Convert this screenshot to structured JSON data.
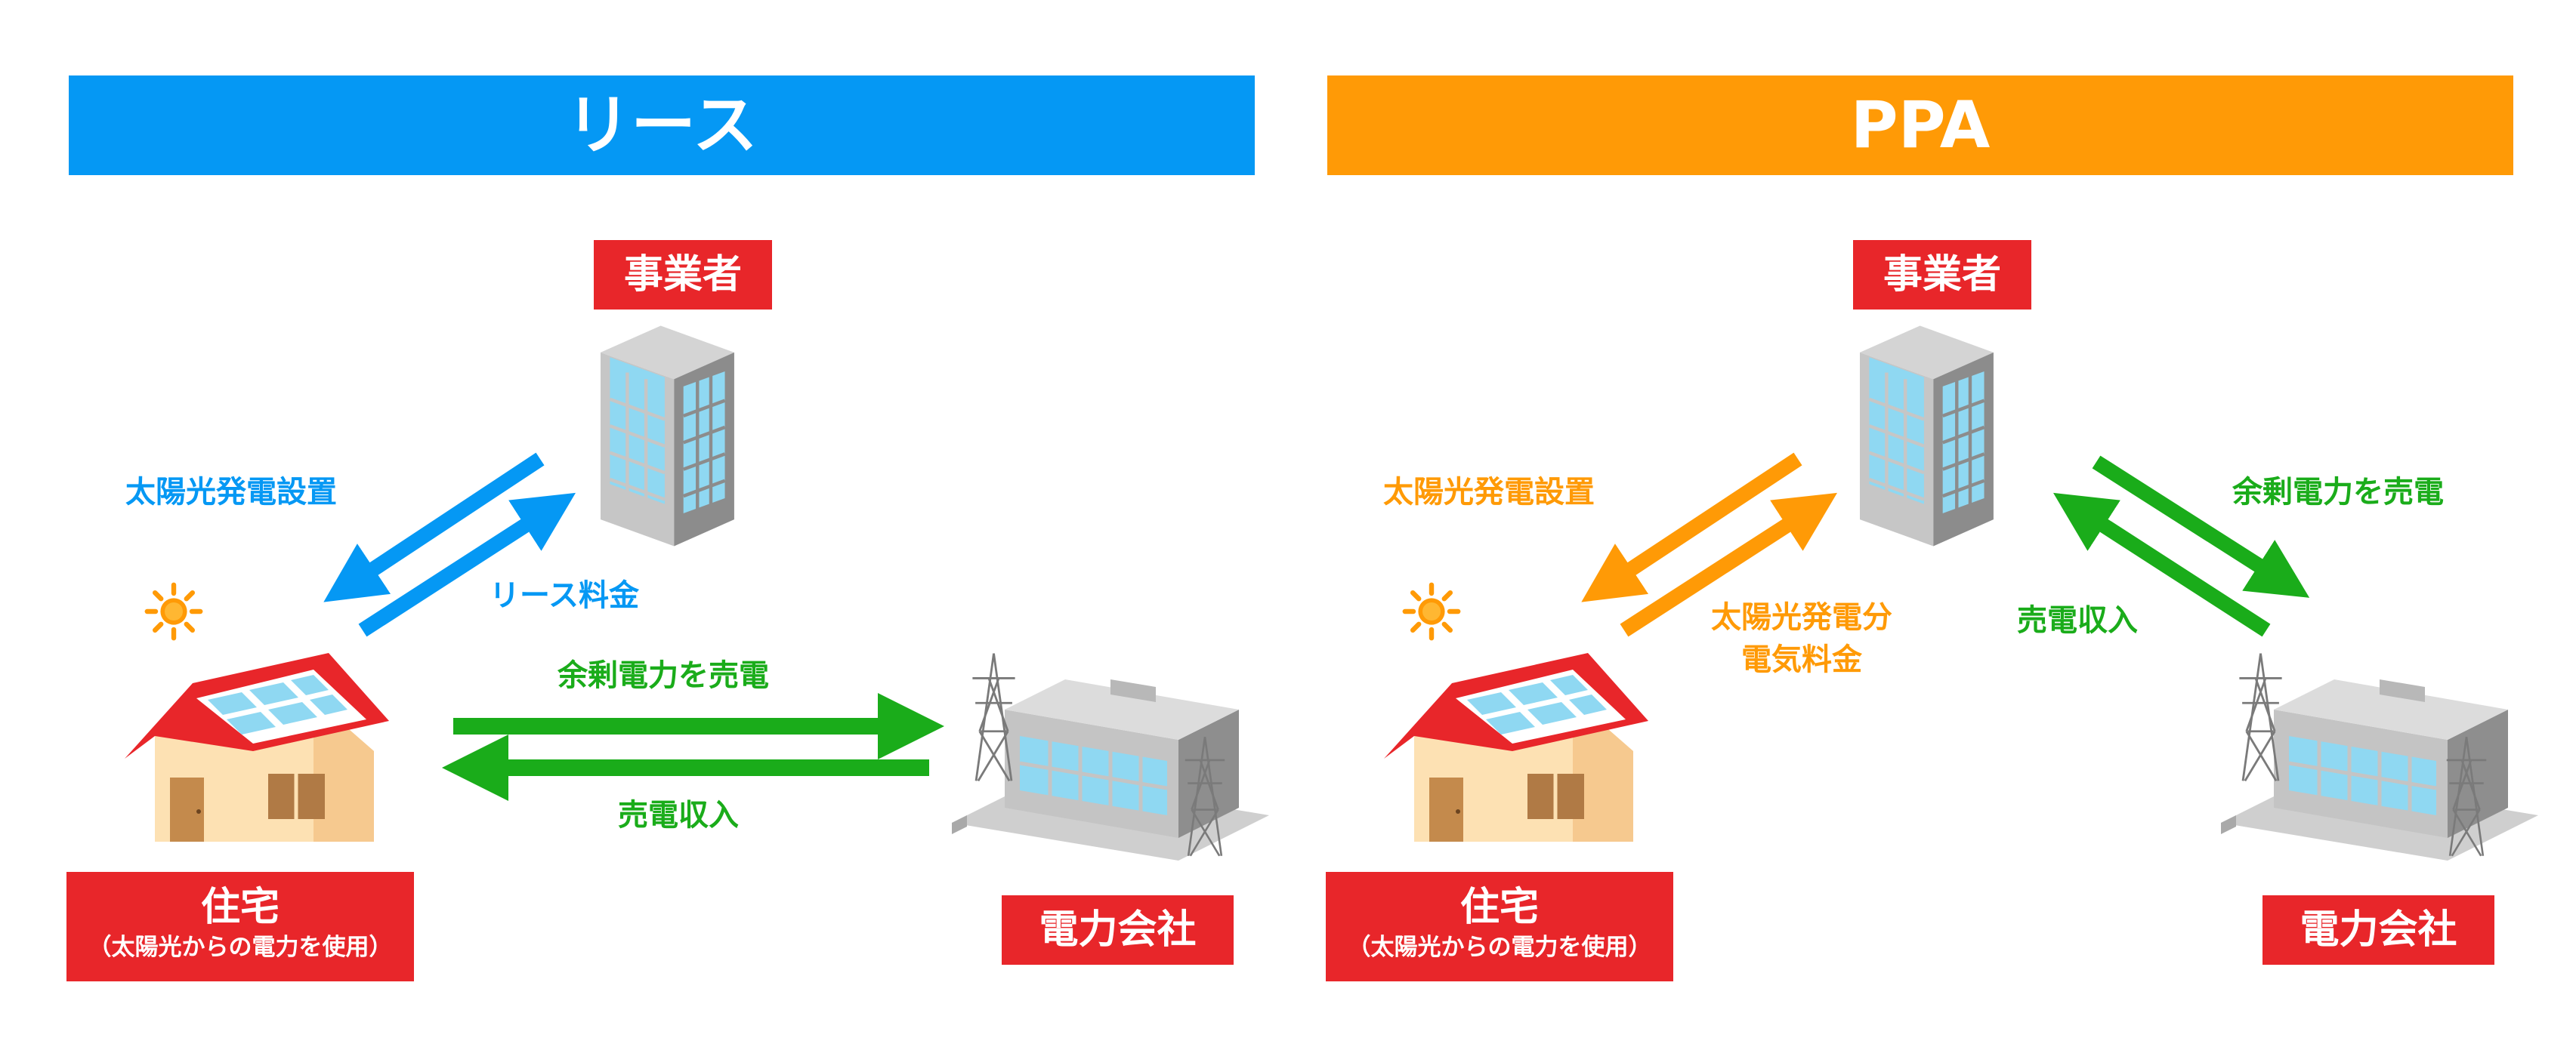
{
  "lease": {
    "title": "リース",
    "accent": "#0598f4",
    "company_label": "事業者",
    "home_label": "住宅",
    "home_sublabel": "（太陽光からの電力を使用）",
    "utility_label": "電力会社",
    "install_caption": "太陽光発電設置",
    "fee_caption": "リース料金",
    "sell_caption": "余剰電力を売電",
    "income_caption": "売電収入"
  },
  "ppa": {
    "title": "PPA",
    "accent": "#ff9a06",
    "company_label": "事業者",
    "home_label": "住宅",
    "home_sublabel": "（太陽光からの電力を使用）",
    "utility_label": "電力会社",
    "install_caption": "太陽光発電設置",
    "fee_caption_line1": "太陽光発電分",
    "fee_caption_line2": "電気料金",
    "sell_caption": "余剰電力を売電",
    "income_caption": "売電収入"
  },
  "colors": {
    "label_red": "#e8262a",
    "flow_green": "#1aac1a",
    "lease_blue": "#0598f4",
    "ppa_orange": "#ff9a06"
  },
  "icons": [
    "office-building-icon",
    "house-icon",
    "sun-icon",
    "power-plant-icon",
    "transmission-tower-icon"
  ]
}
